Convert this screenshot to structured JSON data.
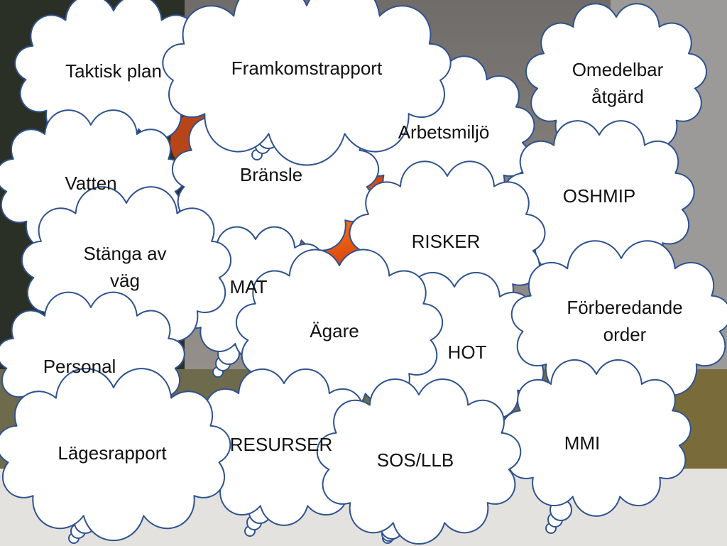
{
  "clouds": [
    {
      "id": "taktisk-plan",
      "lines": [
        "Taktisk plan"
      ]
    },
    {
      "id": "framkomstrapport",
      "lines": [
        "Framkomstrapport"
      ]
    },
    {
      "id": "omedelbar-atgard",
      "lines": [
        "Omedelbar",
        "åtgärd"
      ]
    },
    {
      "id": "arbetsmiljo",
      "lines": [
        "Arbetsmiljö"
      ]
    },
    {
      "id": "vatten",
      "lines": [
        "Vatten"
      ]
    },
    {
      "id": "bransle",
      "lines": [
        "Bränsle"
      ]
    },
    {
      "id": "oshmip",
      "lines": [
        "OSHMIP"
      ]
    },
    {
      "id": "risker",
      "lines": [
        "RISKER"
      ]
    },
    {
      "id": "stanga-av-vag",
      "lines": [
        "Stänga av",
        "väg"
      ]
    },
    {
      "id": "mat",
      "lines": [
        "MAT"
      ]
    },
    {
      "id": "agare",
      "lines": [
        "Ägare"
      ]
    },
    {
      "id": "forberedande-order",
      "lines": [
        "Förberedande",
        "order"
      ]
    },
    {
      "id": "hot",
      "lines": [
        "HOT"
      ]
    },
    {
      "id": "personal",
      "lines": [
        "Personal"
      ]
    },
    {
      "id": "resurser",
      "lines": [
        "RESURSER"
      ]
    },
    {
      "id": "mmi",
      "lines": [
        "MMI"
      ]
    },
    {
      "id": "lagesrapport",
      "lines": [
        "Lägesrapport"
      ]
    },
    {
      "id": "sos-llb",
      "lines": [
        "SOS/LLB"
      ]
    }
  ],
  "colors": {
    "cloud_fill": "#ffffff",
    "cloud_stroke": "#2f528f",
    "text": "#111111"
  }
}
